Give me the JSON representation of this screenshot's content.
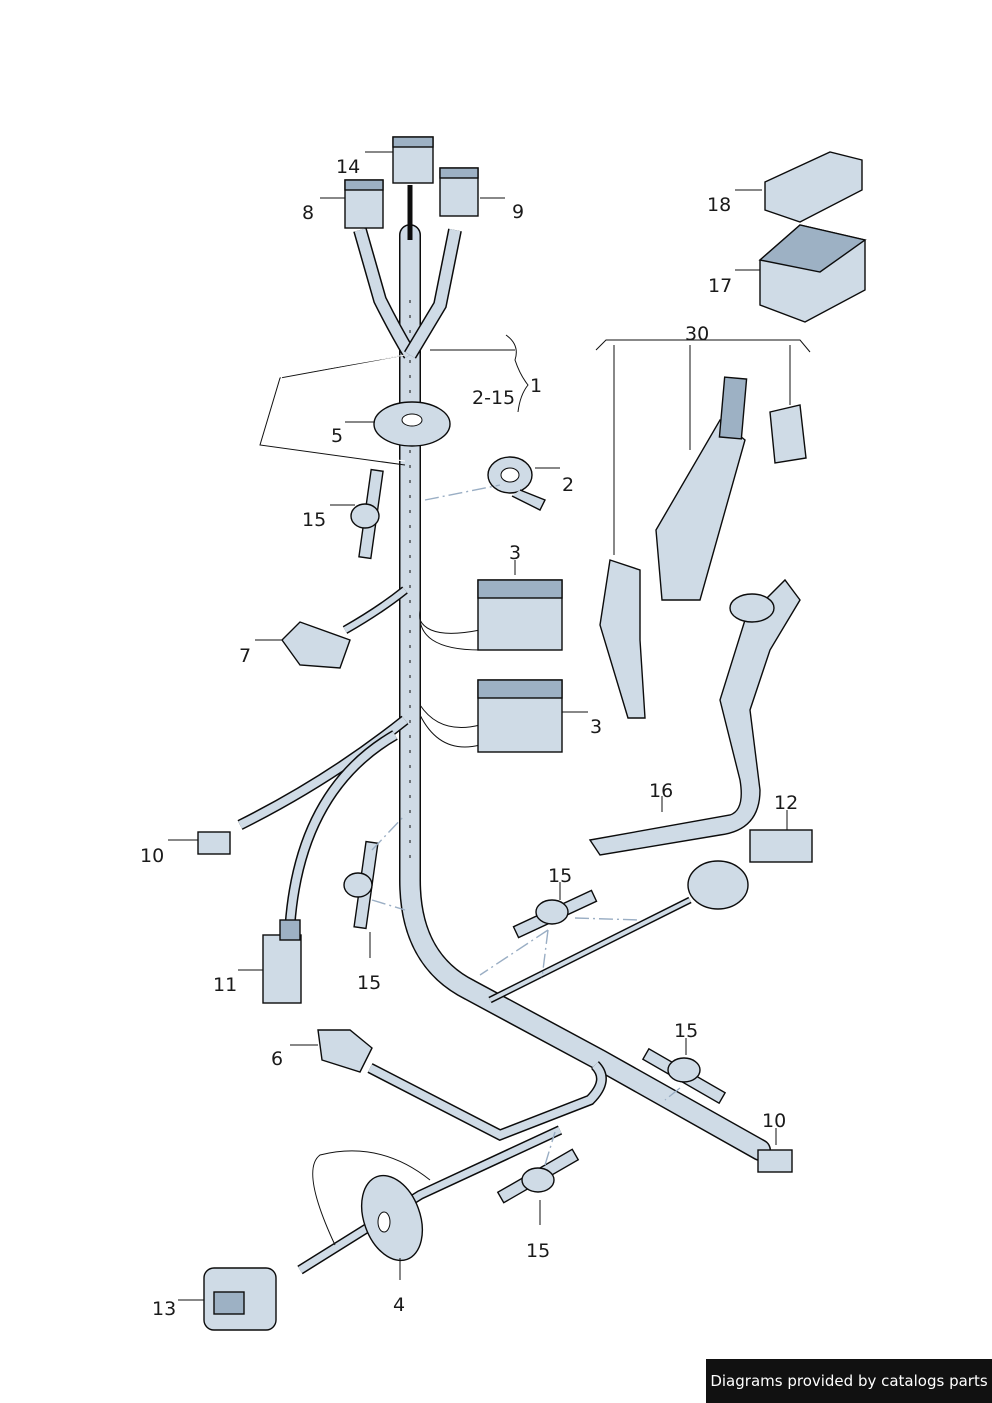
{
  "callouts": {
    "c1": "1",
    "c2_15": "2-15",
    "c2": "2",
    "c3a": "3",
    "c3b": "3",
    "c4": "4",
    "c5": "5",
    "c6": "6",
    "c7": "7",
    "c8": "8",
    "c9": "9",
    "c10a": "10",
    "c10b": "10",
    "c11": "11",
    "c12": "12",
    "c13": "13",
    "c14": "14",
    "c15a": "15",
    "c15b": "15",
    "c15c": "15",
    "c15d": "15",
    "c15e": "15",
    "c16": "16",
    "c17": "17",
    "c18": "18",
    "c30": "30"
  },
  "footer": {
    "credit": "Diagrams provided by catalogs parts"
  },
  "colors": {
    "part_fill": "#cfdbe6",
    "part_shade": "#9db1c4",
    "outline": "#0c0c0c",
    "banner": "#111111"
  }
}
